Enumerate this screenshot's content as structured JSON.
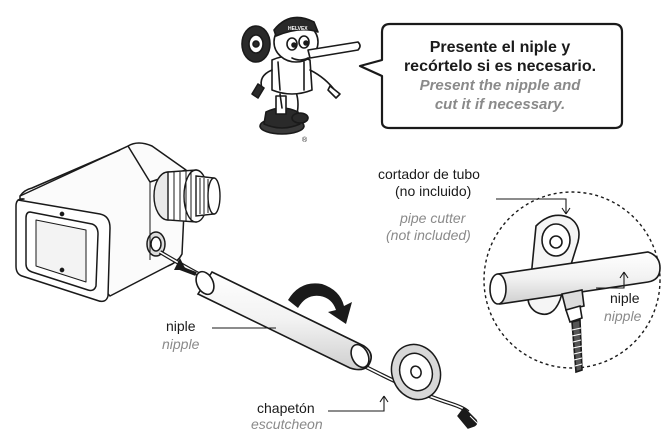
{
  "mascot": {
    "cap_logo": "HELVEX",
    "trademark": "®"
  },
  "speech_bubble": {
    "line1_es": "Presente el niple y",
    "line2_es": "recórtelo si es necesario.",
    "line1_en": "Present the nipple and",
    "line2_en": "cut it if necessary."
  },
  "labels": {
    "pipe_cutter_es_1": "cortador de tubo",
    "pipe_cutter_es_2": "(no incluido)",
    "pipe_cutter_en_1": "pipe cutter",
    "pipe_cutter_en_2": "(not included)",
    "nipple_main_es": "niple",
    "nipple_main_en": "nipple",
    "nipple_detail_es": "niple",
    "nipple_detail_en": "nipple",
    "escutcheon_es": "chapetón",
    "escutcheon_en": "escutcheon"
  },
  "colors": {
    "stroke": "#1a1a1a",
    "english_text": "#8a8a8a"
  }
}
